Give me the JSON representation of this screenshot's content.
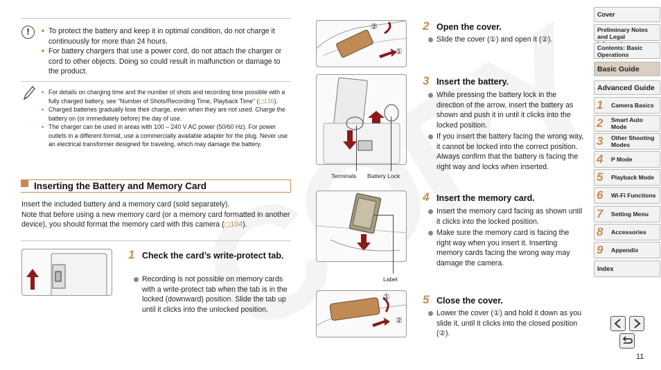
{
  "caution": {
    "items": [
      "To protect the battery and keep it in optimal condition, do not charge it continuously for more than 24 hours.",
      "For battery chargers that use a power cord, do not attach the charger or cord to other objects. Doing so could result in malfunction or damage to the product."
    ]
  },
  "note": {
    "items": [
      "For details on charging time and the number of shots and recording time possible with a fully charged battery, see “Number of Shots/Recording Time, Playback Time” (",
      "Charged batteries gradually lose their charge, even when they are not used. Charge the battery on (or immediately before) the day of use.",
      "The charger can be used in areas with 100 – 240 V AC power (50/60 Hz). For power outlets in a different format, use a commercially available adapter for the plug. Never use an electrical transformer designed for traveling, which may damage the battery."
    ],
    "ref_page": "136",
    "ref_suffix": ")."
  },
  "section": {
    "title": "Inserting the Battery and Memory Card",
    "intro_1": "Insert the included battery and a memory card (sold separately).",
    "intro_2": "Note that before using a new memory card (or a memory card formatted in another device), you should format the memory card with this camera (",
    "intro_ref": "104",
    "intro_suffix": ")."
  },
  "steps": [
    {
      "num": "1",
      "title": "Check the card’s write-protect tab.",
      "bullets": [
        "Recording is not possible on memory cards with a write-protect tab when the tab is in the locked (downward) position. Slide the tab up until it clicks into the unlocked position."
      ]
    },
    {
      "num": "2",
      "title": "Open the cover.",
      "bullets": [
        "Slide the cover (①) and open it (②)."
      ]
    },
    {
      "num": "3",
      "title": "Insert the battery.",
      "bullets": [
        "While pressing the battery lock in the direction of the arrow, insert the battery as shown and push it in until it clicks into the locked position.",
        "If you insert the battery facing the wrong way, it cannot be locked into the correct position. Always confirm that the battery is facing the right way and locks when inserted."
      ]
    },
    {
      "num": "4",
      "title": "Insert the memory card.",
      "bullets": [
        "Insert the memory card facing as shown until it clicks into the locked position.",
        "Make sure the memory card is facing the right way when you insert it. Inserting memory cards facing the wrong way may damage the camera."
      ]
    },
    {
      "num": "5",
      "title": "Close the cover.",
      "bullets": [
        "Lower the cover (①) and hold it down as you slide it, until it clicks into the closed position (②)."
      ]
    }
  ],
  "figure_labels": {
    "terminals": "Terminals",
    "battery_lock": "Battery Lock",
    "label": "Label",
    "circle1": "①",
    "circle2": "②"
  },
  "nav": {
    "cover": "Cover",
    "prelim": "Preliminary Notes and Legal Information",
    "contents": "Contents: Basic Operations",
    "basic": "Basic Guide",
    "advanced": "Advanced Guide",
    "chapters": [
      {
        "num": "1",
        "label": "Camera Basics"
      },
      {
        "num": "2",
        "label": "Smart Auto Mode"
      },
      {
        "num": "3",
        "label": "Other Shooting Modes"
      },
      {
        "num": "4",
        "label": "P Mode"
      },
      {
        "num": "5",
        "label": "Playback Mode"
      },
      {
        "num": "6",
        "label": "Wi-Fi Functions"
      },
      {
        "num": "7",
        "label": "Setting Menu"
      },
      {
        "num": "8",
        "label": "Accessories"
      },
      {
        "num": "9",
        "label": "Appendix"
      }
    ],
    "index": "Index"
  },
  "page_number": "11",
  "watermark": "COPY",
  "colors": {
    "accent": "#c98a4e",
    "active_nav": "#d9cfc2",
    "bullet": "#b5651d"
  }
}
